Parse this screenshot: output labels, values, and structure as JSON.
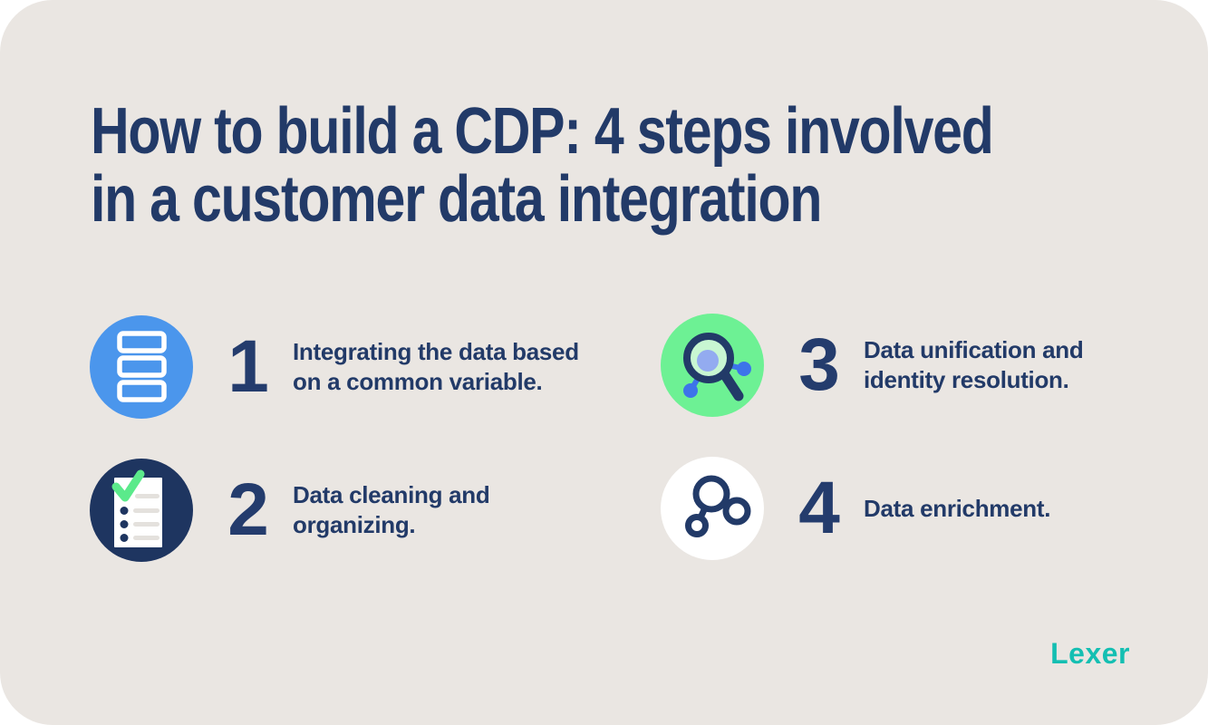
{
  "page": {
    "background_color": "#FFFFFF",
    "card_background_color": "#EAE6E2"
  },
  "title": {
    "text": "How to build a CDP: 4 steps involved in a customer data integration",
    "lines": [
      "How to build a CDP: 4 steps involved",
      "in a customer data integration"
    ],
    "color": "#223A68"
  },
  "steps": [
    {
      "number": "1",
      "text": "Integrating the data based on a common variable.",
      "lines": [
        "Integrating the data based",
        "on a common variable."
      ],
      "icon": "data-stack-icon",
      "icon_bg": "#4B96EC"
    },
    {
      "number": "2",
      "text": "Data cleaning and organizing.",
      "lines": [
        "Data cleaning and",
        "organizing."
      ],
      "icon": "checklist-icon",
      "icon_bg": "#1E3560"
    },
    {
      "number": "3",
      "text": "Data unification and identity resolution.",
      "lines": [
        "Data unification and",
        "identity resolution."
      ],
      "icon": "magnifier-network-icon",
      "icon_bg": "#6DF194"
    },
    {
      "number": "4",
      "text": "Data enrichment.",
      "lines": [
        "Data enrichment."
      ],
      "icon": "molecule-icon",
      "icon_bg": "#FFFFFF"
    }
  ],
  "footer": {
    "logo_text": "Lexer",
    "logo_color": "#14BFB2"
  },
  "colors": {
    "text_navy": "#223A68",
    "step1_blue": "#4B96EC",
    "step2_navy": "#1E3560",
    "step3_green": "#6DF194",
    "lens_mint": "#C8F6D2",
    "lens_periwinkle": "#93ABF0",
    "node_blue": "#3D74E9",
    "check_green": "#5BEA8B",
    "paper_line_gray": "#E4E1DD",
    "logo_teal": "#14BFB2"
  }
}
